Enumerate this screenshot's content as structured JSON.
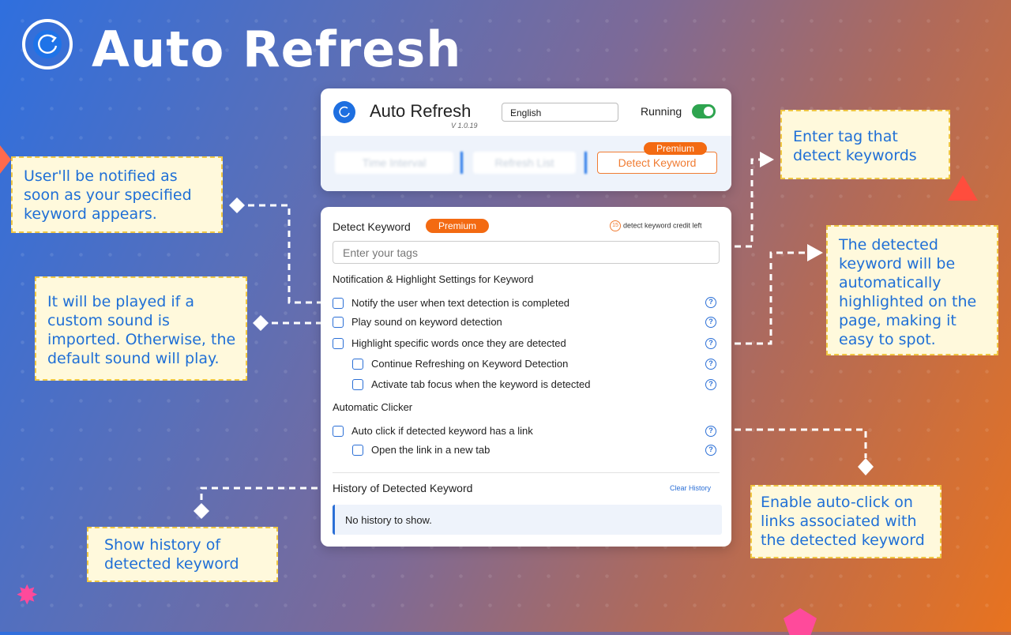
{
  "hero": {
    "title": "Auto Refresh"
  },
  "header": {
    "app_title": "Auto Refresh",
    "version": "V 1.0.19",
    "language_value": "English",
    "running_label": "Running",
    "tabs": [
      {
        "label": "Time Interval"
      },
      {
        "label": "Refresh List"
      },
      {
        "label": "Detect Keyword"
      }
    ],
    "premium_tag": "Premium"
  },
  "detect_panel": {
    "title": "Detect Keyword",
    "premium_badge": "Premium",
    "credit_count": "15",
    "credit_text": "detect keyword credit left",
    "tags_placeholder": "Enter your tags",
    "notif_heading": "Notification & Highlight Settings for Keyword",
    "options": [
      {
        "label": "Notify the user when text detection is completed"
      },
      {
        "label": "Play sound on keyword detection"
      },
      {
        "label": "Highlight specific words once they are detected"
      },
      {
        "label": "Continue Refreshing on Keyword Detection"
      },
      {
        "label": "Activate tab focus when the keyword is detected"
      }
    ],
    "clicker_heading": "Automatic Clicker",
    "clicker_options": [
      {
        "label": "Auto click if detected keyword has a link"
      },
      {
        "label": "Open the link in a new tab"
      }
    ],
    "history_title": "History of Detected Keyword",
    "clear_history": "Clear History",
    "history_empty": "No history to show."
  },
  "callouts": {
    "notify": "User'll be notified as\nsoon as your specified\nkeyword appears.",
    "sound": "It will be played if a\ncustom sound is\nimported. Otherwise, the\ndefault sound will play.",
    "history": "Show history of\ndetected keyword",
    "tag": "Enter tag that\ndetect keywords",
    "highlight": "The detected\nkeyword will be\nautomatically\nhighlighted on the\npage, making it\neasy to spot.",
    "autoclick": "Enable auto-click on\nlinks associated with\nthe detected keyword"
  },
  "colors": {
    "accent": "#1e73e8",
    "premium": "#f36a12",
    "callout_text": "#1f6fd6",
    "toggle_on": "#2ea44f"
  }
}
